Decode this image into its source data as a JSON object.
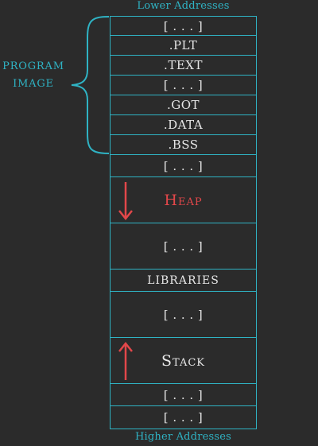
{
  "labels": {
    "top": "Lower Addresses",
    "bottom": "Higher Addresses",
    "program_line1": "PROGRAM",
    "program_line2": "IMAGE"
  },
  "segments": [
    {
      "label": "[ . . . ]"
    },
    {
      "label": ".PLT"
    },
    {
      "label": ".TEXT"
    },
    {
      "label": "[ . . . ]"
    },
    {
      "label": ".GOT"
    },
    {
      "label": ".DATA"
    },
    {
      "label": ".BSS"
    },
    {
      "label": "[ . . . ]"
    },
    {
      "label": "Heap"
    },
    {
      "label": "[ . . . ]"
    },
    {
      "label": "LIBRARIES"
    },
    {
      "label": "[ . . . ]"
    },
    {
      "label": "Stack"
    },
    {
      "label": "[ . . . ]"
    },
    {
      "label": "[ . . . ]"
    }
  ],
  "colors": {
    "background": "#2b2b2b",
    "accent": "#2fb3c4",
    "arrow": "#e2474a",
    "text": "#e6e6e6"
  },
  "icons": {
    "heap_arrow": "arrow-down-icon",
    "stack_arrow": "arrow-up-icon"
  }
}
